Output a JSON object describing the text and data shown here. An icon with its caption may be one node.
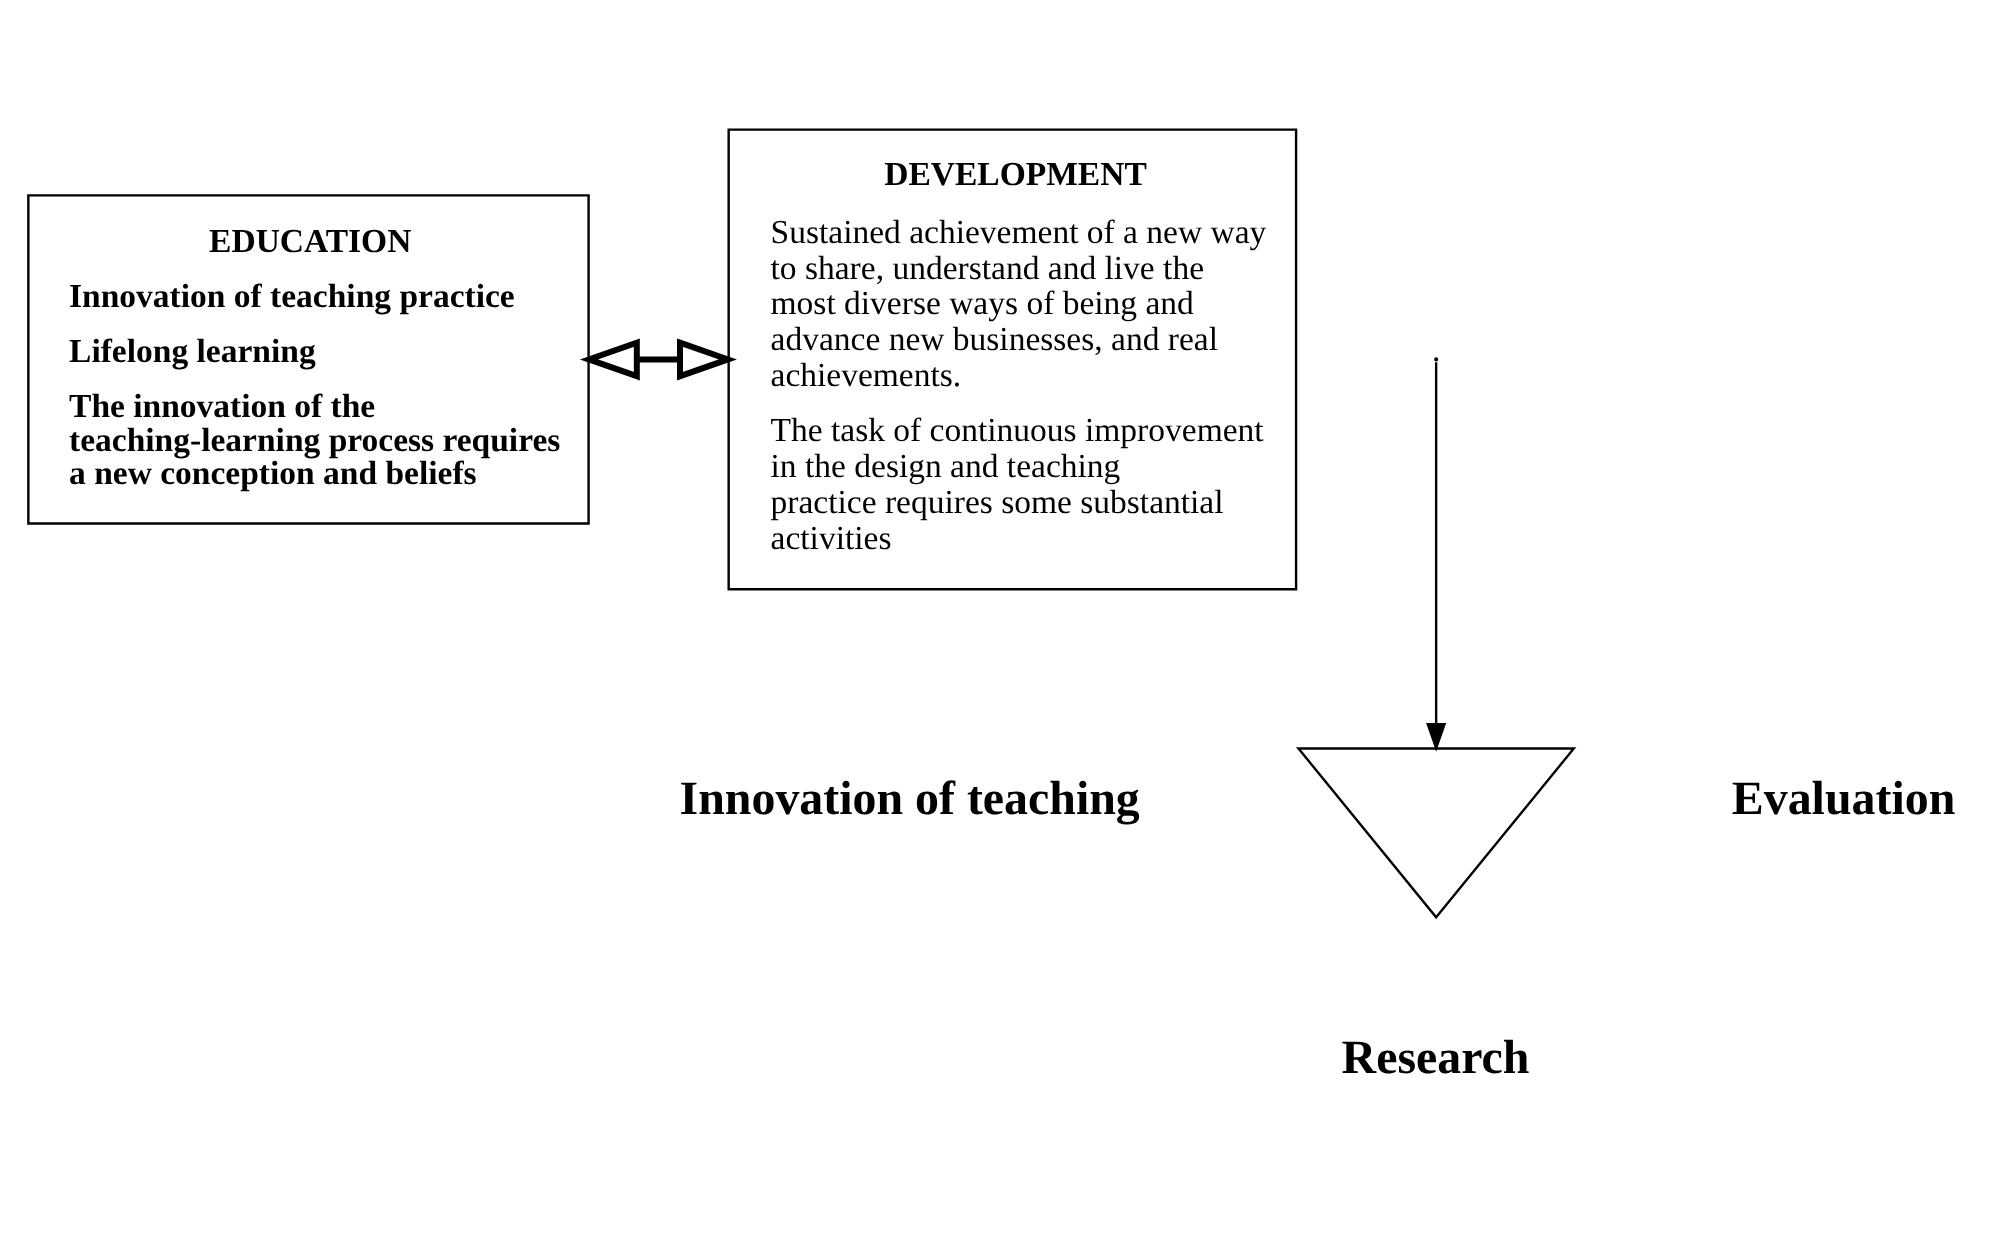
{
  "diagram": {
    "nodes": [
      {
        "text": [
          "EDUCATION",
          "Innovation of teaching practice",
          "Lifelong learning",
          "The innovation of the teaching-learning process requires a new conception and beliefs"
        ]
      },
      {
        "text": [
          "DEVELOPMENT",
          "Sustained achievement of a new way to share, understand and live the most diverse ways of being and advance new businesses, and real achievements.",
          "The task of continuous improvement in the design and teaching practice requires some substantial activities"
        ]
      },
      {
        "text": [],
        "shape": "triangle",
        "beside": [
          "Research"
        ]
      }
    ],
    "edges": [
      {
        "from": 0,
        "to": 1,
        "arrow": "both",
        "style": "thick"
      },
      {
        "from": null,
        "to": 2,
        "arrow": "to"
      }
    ],
    "labels": [
      "Innovation of teaching",
      "Evaluation"
    ]
  }
}
